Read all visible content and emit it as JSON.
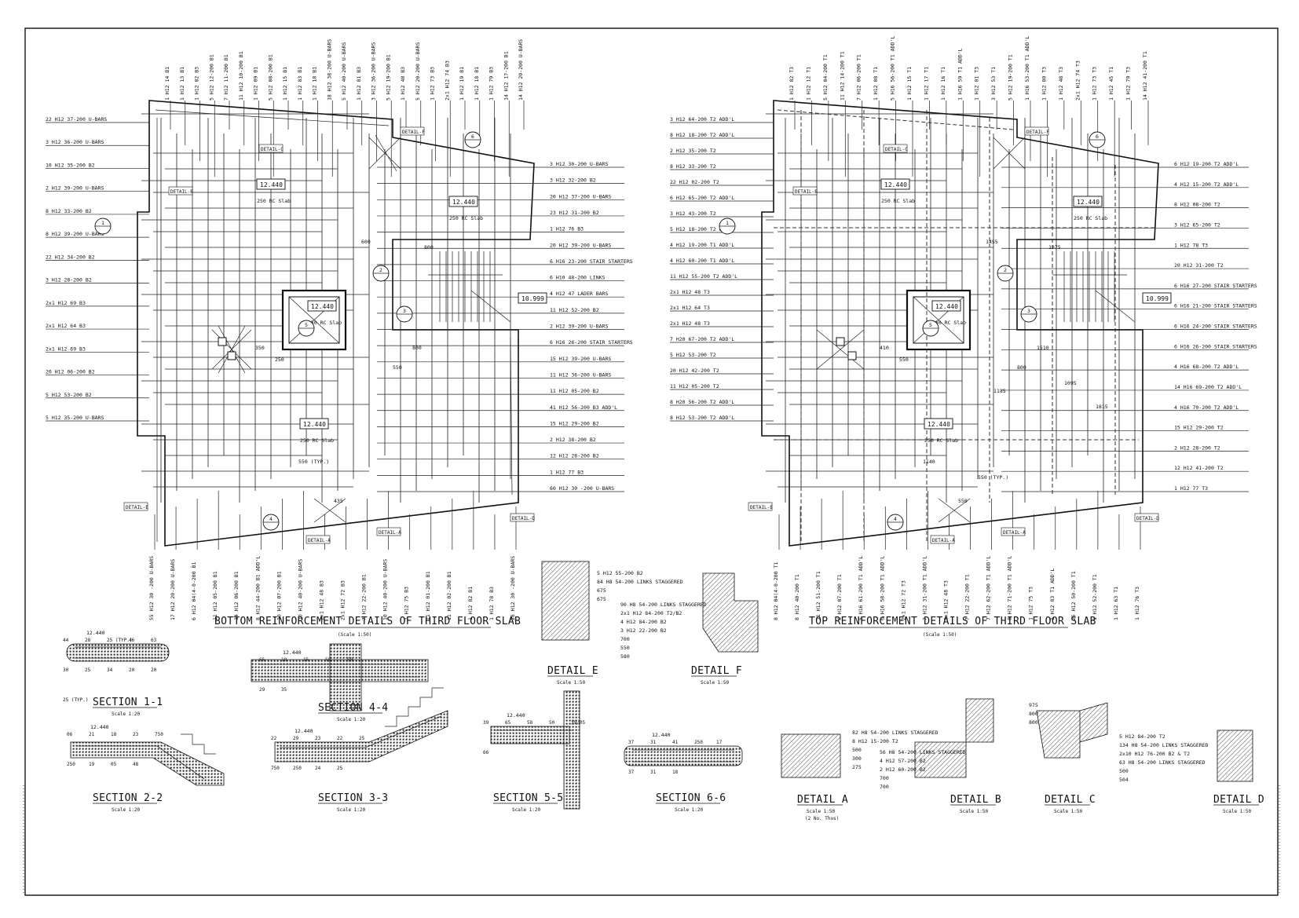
{
  "plans": {
    "bottom": {
      "title": "BOTTOM REINFORCEMENT DETAILS OF THIRD FLOOR SLAB",
      "scale": "(Scale 1:50)",
      "slabs": [
        {
          "level": "12.440",
          "type": "250 RC Slab"
        },
        {
          "level": "12.440",
          "type": "250 RC Slab"
        },
        {
          "level": "12.440",
          "type": "250 RC Slab"
        },
        {
          "level": "12.440",
          "type": "250 RC Slab"
        }
      ],
      "stair_level": "10.999",
      "dims": [
        "600",
        "800",
        "800",
        "550",
        "350",
        "250",
        "550 (TYP.)",
        "435"
      ],
      "left_labels": [
        "22 H12 37-200 U-BARS",
        "3 H12 36-200 U-BARS",
        "10 H12 35-200 B2",
        "2 H12 39-200 U-BARS",
        "8 H12 33-200 B2",
        "8 H12 39-200 U-BARS",
        "22 H12 34-200 B2",
        "3 H12 28-200 B2",
        "2x1 H12 69 B3",
        "2x1 H12 64 B3",
        "2x1 H12 69 B3",
        "20 H12 06-200 B2",
        "5 H12 53-200 B2",
        "5 H12 35-200 U-BARS"
      ],
      "right_labels": [
        "3 H12 30-200 U-BARS",
        "3 H12 32-200 B2",
        "20 H12 37-200 U-BARS",
        "23 H12 31-200 B2",
        "1 H12 76 B3",
        "20 H12 39-200 U-BARS",
        "6 H16 23-200 STAIR STARTERS",
        "6 H10 48-200 LINKS",
        "4 H12 47 LADER BARS",
        "11 H12 52-200 B2",
        "2 H12 39-200 U-BARS",
        "6 H16 26-200 STAIR STARTERS",
        "15 H12 39-200 U-BARS",
        "11 H12 36-200 U-BARS",
        "11 H12 05-200 B2",
        "41 H12 56-200 B3 ADD'L",
        "15 H12 29-200 B2",
        "2 H12 38-200 B2",
        "12 H12 28-200 B2",
        "1 H12 77 B3",
        "60 H12 30 -200 U-BARS"
      ],
      "top_labels": [
        "1 H12 14 B1",
        "1 H12 13 B1",
        "1 H12 82 B3",
        "5 H12 12-200 B1",
        "7 H12 11-200 B1",
        "11 H12 10-200 B1",
        "1 H12 09 B1",
        "5 H12 08-200 B1",
        "1 H12 15 B1",
        "1 H12 83 B1",
        "1 H12 18 B1",
        "18 H12 38-200 U-BARS",
        "5 H12 40-200 U-BARS",
        "1 H12 81 B3",
        "3 H12 36-200 U-BARS",
        "5 H12 19-200 B1",
        "1 H12 48 B3",
        "5 H12 20-200 U-BARS",
        "1 H12 73 B3",
        "2x1 H12 74 B3",
        "1 H12 19 B1",
        "1 H12 18 B1",
        "1 H12 79 B3",
        "14 H12 17-200 B1",
        "14 H12 20-200 U-BARS"
      ],
      "bottom_labels": [
        "55 H12 30 -200 U-BARS",
        "17 H12 20-200 U-BARS",
        "6 H12 04(4-0-200 B1",
        "11 H12 05-200 B1",
        "14 H12 06-200 B1",
        "8 H12 44-200 B1 ADD'L",
        "10 H12 07-200 B1",
        "10 H12 40-200 U-BARS",
        "2x1 H12 48 B3",
        "2x1 H12 72 B3",
        "7 H12 22-200 B1",
        "10 H12 40-200 U-BARS",
        "1 H12 75 B3",
        "11 H12 01-200 B1",
        "11 H12 02-200 B1",
        "1 H12 82 B1",
        "1 H12 78 B3",
        "28 H12 30 -200 U-BARS"
      ],
      "detail_tags": [
        "DETAIL-C",
        "DETAIL-F",
        "DETAIL-B",
        "DETAIL-E",
        "DETAIL-A",
        "DETAIL-A",
        "DETAIL-D"
      ],
      "section_marks": [
        "6",
        "1",
        "2",
        "3",
        "5",
        "4"
      ]
    },
    "top": {
      "title": "TOP REINFORCEMENT DETAILS OF THIRD FLOOR SLAB",
      "scale": "(Scale 1:50)",
      "slabs": [
        {
          "level": "12.440",
          "type": "250 RC Slab"
        },
        {
          "level": "12.440",
          "type": "250 RC Slab"
        },
        {
          "level": "12.440",
          "type": "250 RC Slab"
        },
        {
          "level": "12.440",
          "type": "250 RC Slab"
        }
      ],
      "stair_level": "10.999",
      "dims": [
        "1455",
        "1075",
        "1510",
        "800",
        "410",
        "550",
        "1140",
        "550",
        "1815",
        "1185",
        "1095",
        "550 (TYP.)"
      ],
      "left_labels": [
        "3 H12 64-200 T2 ADD'L",
        "8 H12 18-200 T2 ADD'L",
        "2 H12 35-200 T2",
        "8 H12 33-200 T2",
        "22 H12 02-200 T2",
        "6 H12 65-200 T2 ADD'L",
        "3 H12 43-200 T2",
        "5 H12 18-200 T2 ADD'L",
        "4 H12 19-200 T1 ADD'L",
        "4 H12 60-200 T1 ADD'L",
        "11 H12 55-200 T2 ADD'L",
        "2x1 H12 48 T3",
        "2x1 H12 64 T3",
        "2x1 H12 48 T3",
        "7 H20 67-200 T2 ADD'L",
        "5 H12 53-200 T2",
        "20 H12 42-200 T2",
        "11 H12 05-200 T2",
        "8 H20 56-200 T2 ADD'L",
        "8 H12 53-200 T2 ADD'L"
      ],
      "right_labels": [
        "6 H12 19-200 T2 ADD'L",
        "4 H12 15-200 T2 ADD'L",
        "8 H12 08-200 T2",
        "3 H12 65-200 T2",
        "1 H12 78 T3",
        "20 H12 31-200 T2",
        "6 H16 27-200 STAIR STARTERS",
        "6 H16 21-200 STAIR STARTERS",
        "6 H16 24-200 STAIR STARTERS",
        "6 H16 26-200 STAIR STARTERS",
        "4 H16 68-200 T2 ADD'L",
        "14 H16 69-200 T2 ADD'L",
        "4 H16 70-200 T2 ADD'L",
        "15 H12 29-200 T2",
        "2 H12 28-200 T2",
        "12 H12 41-200 T2",
        "1 H12 77 T3"
      ],
      "top_labels": [
        "1 H12 82 T3",
        "1 H12 12 T1",
        "5 H12 04-200 T1",
        "11 H12 14-200 T1",
        "7 H12 06-200 T1",
        "1 H12 08 T1",
        "5 H16 56-200 T1 ADD'L",
        "1 H12 15 T1",
        "1 H12 17 T1",
        "1 H12 16 T1",
        "1 H16 59 T1 ADD'L",
        "1 H12 81 T3",
        "3 H12 53 T1",
        "5 H12 19-200 T1",
        "1 H16 53-200 T1 ADD'L",
        "1 H12 80 T3",
        "1 H12 48 T3",
        "2x1 H12 74 T3",
        "1 H12 73 T3",
        "1 H12 45 T1",
        "1 H12 79 T3",
        "14 H12 41-200 T1"
      ],
      "bottom_labels": [
        "8 H12 04(4-0-200 T1",
        "8 H12 40-200 T1",
        "11 H12 51-200 T1",
        "6 H12 07-200 T1",
        "5 H16 61-200 T1 ADD'L",
        "6 H16 58-200 T1 ADD'L",
        "2x1 H12 72 T3",
        "7 H12 31-200 T1 ADD'L",
        "2x1 H12 48 T3",
        "7 H12 22-200 T1",
        "7 H12 62-200 T1 ADD'L",
        "8 H12 71-200 T1 ADD'L",
        "1 H12 75 T3",
        "1 H12 83 T1 ADD'L",
        "25 H12 50-200 T1",
        "1 H12 52-200 T1",
        "1 H12 63 T1",
        "1 H12 76 T3"
      ],
      "detail_tags": [
        "DETAIL-C",
        "DETAIL-F",
        "DETAIL-B",
        "DETAIL-E",
        "DETAIL-A",
        "DETAIL-A",
        "DETAIL-D"
      ],
      "section_marks": [
        "6",
        "1",
        "2",
        "3",
        "5",
        "4"
      ]
    }
  },
  "sections": [
    {
      "title": "SECTION 1-1",
      "scale": "Scale 1:20",
      "level": "12.440",
      "notes": [
        "44",
        "28",
        "25 (TYP.)",
        "46",
        "63",
        "30",
        "25",
        "34",
        "20",
        "20",
        "25 (TYP.)"
      ]
    },
    {
      "title": "SECTION 4-4",
      "scale": "Scale 1:20",
      "level": "12.440",
      "notes": [
        "65",
        "18",
        "15",
        "58",
        "50",
        "29",
        "35"
      ]
    },
    {
      "title": "SECTION 2-2",
      "scale": "Scale 1:20",
      "level": "12.440",
      "notes": [
        "06",
        "21",
        "18",
        "23",
        "750",
        "250",
        "19",
        "05",
        "48"
      ]
    },
    {
      "title": "SECTION 3-3",
      "scale": "Scale 1:20",
      "level": "12.440",
      "notes": [
        "22",
        "29",
        "23",
        "22",
        "25",
        "750",
        "250",
        "24",
        "25"
      ]
    },
    {
      "title": "SECTION 5-5",
      "scale": "Scale 1:20",
      "level": "12.440",
      "notes": [
        "39",
        "65",
        "58",
        "50",
        "39/05",
        "66"
      ]
    },
    {
      "title": "SECTION 6-6",
      "scale": "Scale 1:20",
      "level": "12.440",
      "notes": [
        "37",
        "31",
        "41",
        "250",
        "17",
        "37",
        "31",
        "18"
      ]
    }
  ],
  "details": [
    {
      "title": "DETAIL E",
      "scale": "Scale 1:50",
      "notes": [
        "5 H12 55-200 B2",
        "84 H8 54-200 LINKS STAGGERED",
        "675",
        "675"
      ]
    },
    {
      "title": "DETAIL F",
      "scale": "Scale 1:50",
      "notes": [
        "90 H8 54-200 LINKS STAGGERED",
        "2x1 H12 84-200 T2/B2",
        "4 H12 84-200 B2",
        "3 H12 22-200 B2",
        "700",
        "550",
        "580"
      ]
    },
    {
      "title": "DETAIL A",
      "scale": "Scale 1:50",
      "extra": "(2 No. Thus)",
      "notes": [
        "82 H8 54-200 LINKS STAGGERED",
        "8 H12 15-200 T2",
        "500",
        "300",
        "275"
      ]
    },
    {
      "title": "DETAIL B",
      "scale": "Scale 1:50",
      "notes": [
        "56 H8 54-200 LINKS STAGGERED",
        "4 H12 57-200 B2",
        "2 H12 60-200 B2",
        "700",
        "700"
      ]
    },
    {
      "title": "DETAIL C",
      "scale": "Scale 1:50",
      "notes": [
        "975",
        "800",
        "800"
      ]
    },
    {
      "title": "DETAIL D",
      "scale": "Scale 1:50",
      "notes": [
        "5 H12 84-200 T2",
        "134 H8 54-200 LINKS STAGGERED",
        "2x10 H12 76-200 B2 & T2",
        "63 H8 54-200 LINKS STAGGERED",
        "500",
        "504"
      ]
    }
  ]
}
